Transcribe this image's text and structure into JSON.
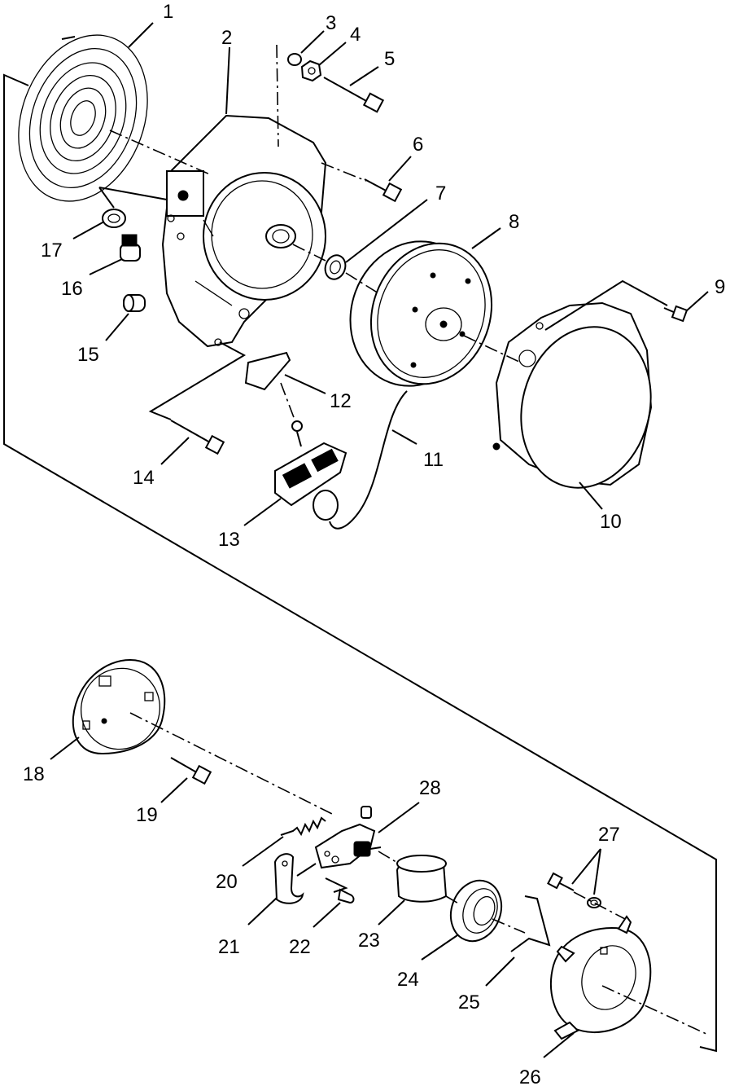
{
  "labels": [
    "1",
    "2",
    "3",
    "4",
    "5",
    "6",
    "7",
    "8",
    "9",
    "10",
    "11",
    "12",
    "13",
    "14",
    "15",
    "16",
    "17",
    "18",
    "19",
    "20",
    "21",
    "22",
    "23",
    "24",
    "25",
    "26",
    "27",
    "28"
  ]
}
